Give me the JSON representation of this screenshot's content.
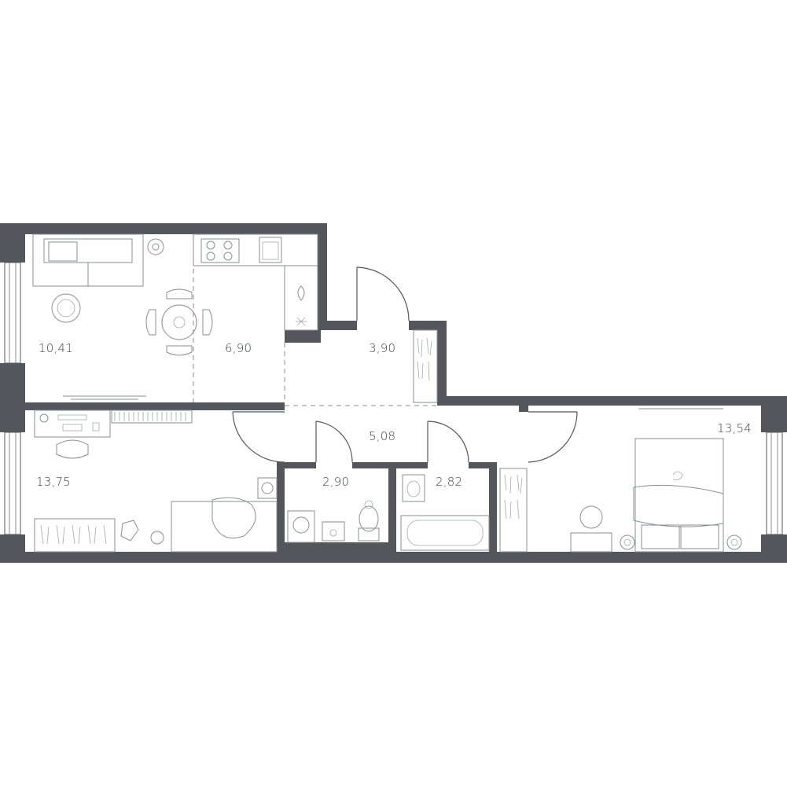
{
  "rooms": [
    {
      "id": "living",
      "area": "10,41"
    },
    {
      "id": "kitchen",
      "area": "6,90"
    },
    {
      "id": "hall",
      "area": "3,90"
    },
    {
      "id": "corridor",
      "area": "5,08"
    },
    {
      "id": "bedroom-left",
      "area": "13,75"
    },
    {
      "id": "wc",
      "area": "2,90"
    },
    {
      "id": "bath",
      "area": "2,82"
    },
    {
      "id": "bedroom-right",
      "area": "13,54"
    }
  ],
  "colors": {
    "wall": "#54565b",
    "furniture": "#8b8e93",
    "label": "#3f4146",
    "background": "#ffffff"
  }
}
